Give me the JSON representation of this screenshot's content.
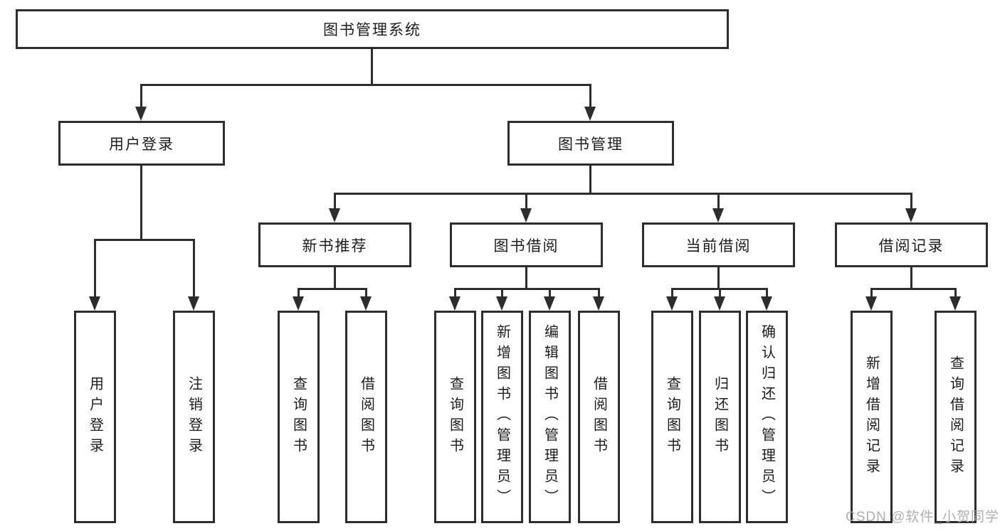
{
  "root": {
    "label": "图书管理系统"
  },
  "branches": [
    {
      "label": "用户登录",
      "children": [
        {
          "label": "用户登录"
        },
        {
          "label": "注销登录"
        }
      ]
    },
    {
      "label": "图书管理",
      "sections": [
        {
          "label": "新书推荐",
          "children": [
            {
              "label": "查询图书"
            },
            {
              "label": "借阅图书"
            }
          ]
        },
        {
          "label": "图书借阅",
          "children": [
            {
              "label": "查询图书"
            },
            {
              "label": "新增图书（管理员）"
            },
            {
              "label": "编辑图书（管理员）"
            },
            {
              "label": "借阅图书"
            }
          ]
        },
        {
          "label": "当前借阅",
          "children": [
            {
              "label": "查询图书"
            },
            {
              "label": "归还图书"
            },
            {
              "label": "确认归还（管理员）"
            }
          ]
        },
        {
          "label": "借阅记录",
          "children": [
            {
              "label": "新增借阅记录"
            },
            {
              "label": "查询借阅记录"
            }
          ]
        }
      ]
    }
  ],
  "watermark": {
    "text": "CSDN @软件_小贺同学"
  },
  "colors": {
    "line": "#2d2d2d",
    "text": "#1c1c1c",
    "watermark": "#a8a8a8",
    "background": "#ffffff"
  }
}
